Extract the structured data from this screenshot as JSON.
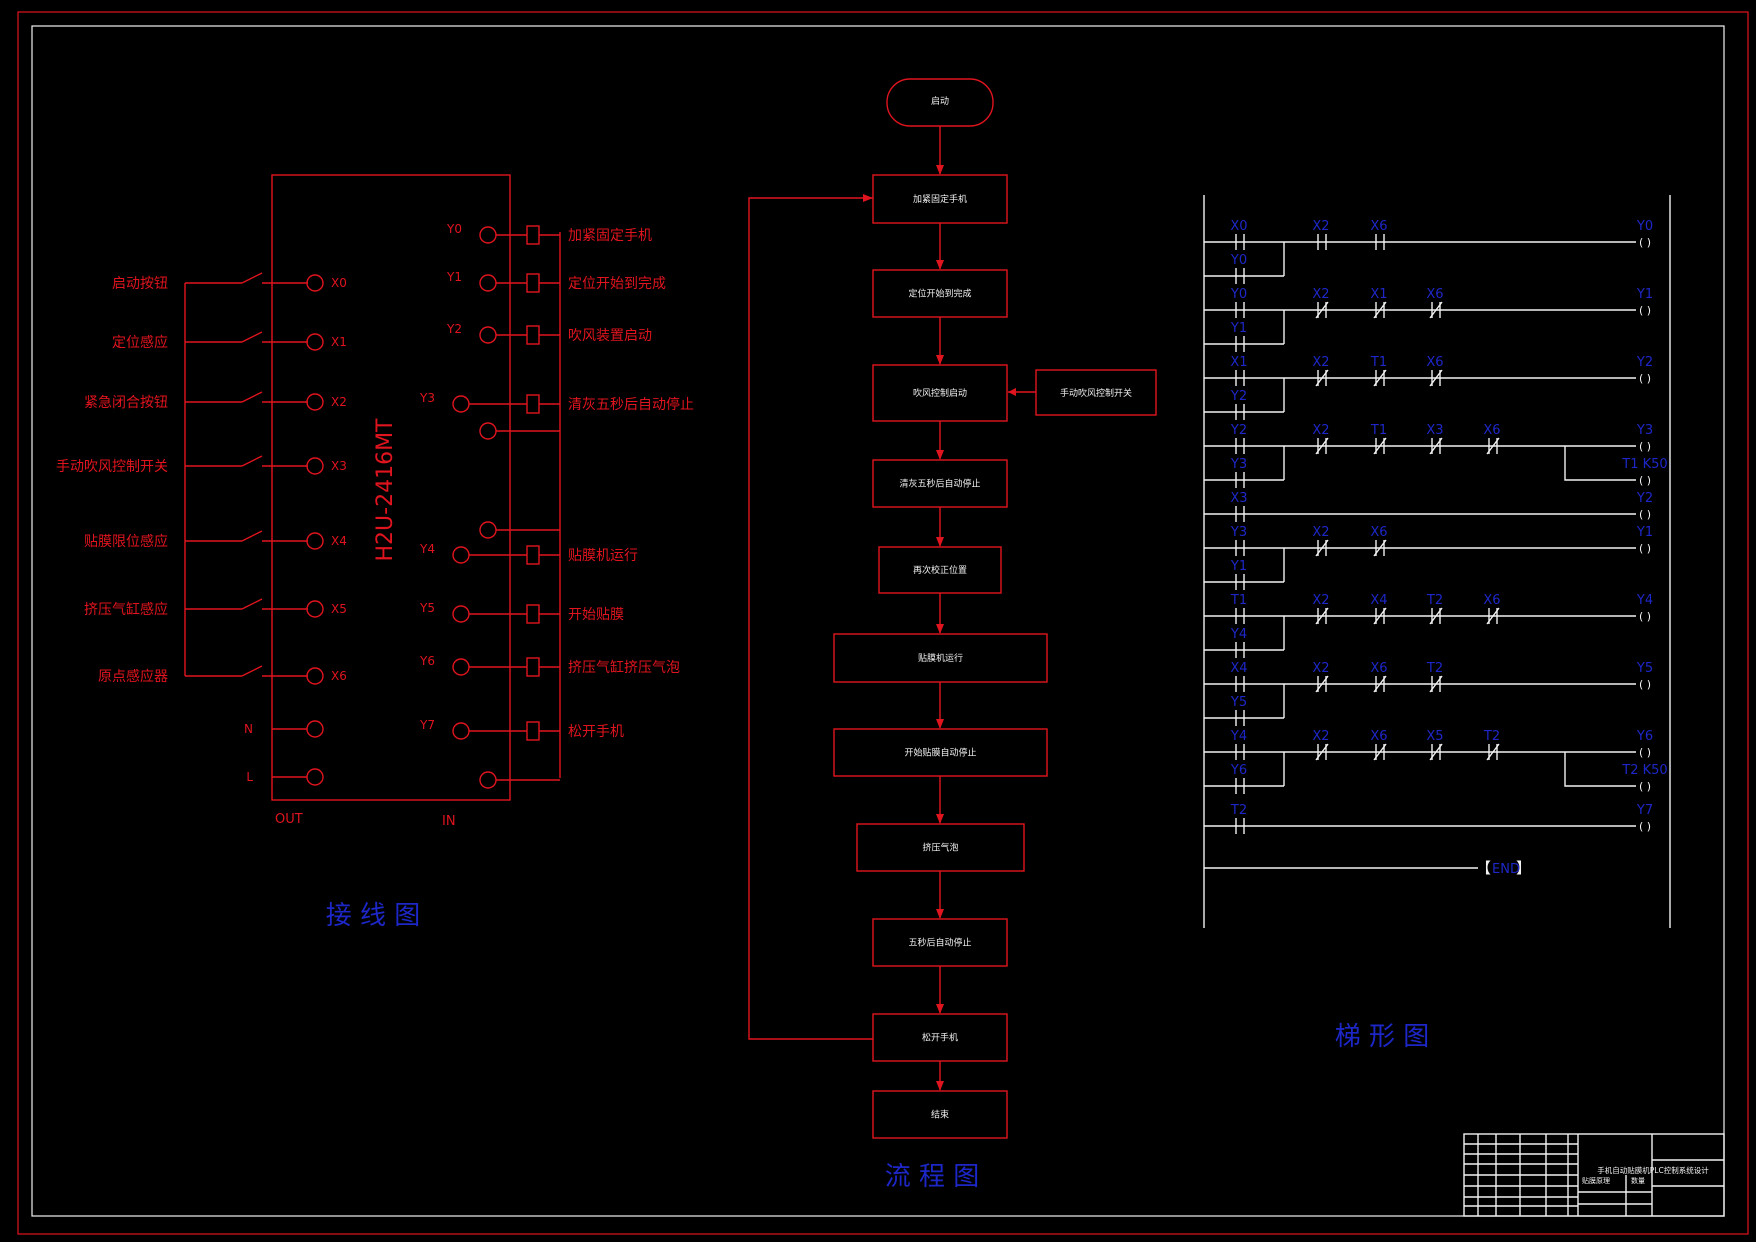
{
  "wiring": {
    "title": "接 线 图",
    "plc_model": "H2U-2416MT",
    "inputs": [
      {
        "label": "启动按钮",
        "terminal": "X0"
      },
      {
        "label": "定位感应",
        "terminal": "X1"
      },
      {
        "label": "紧急闭合按钮",
        "terminal": "X2"
      },
      {
        "label": "手动吹风控制开关",
        "terminal": "X3"
      },
      {
        "label": "贴膜限位感应",
        "terminal": "X4"
      },
      {
        "label": "挤压气缸感应",
        "terminal": "X5"
      },
      {
        "label": "原点感应器",
        "terminal": "X6"
      }
    ],
    "power": [
      "N",
      "L"
    ],
    "outputs": [
      {
        "terminal": "Y0",
        "label": "加紧固定手机"
      },
      {
        "terminal": "Y1",
        "label": "定位开始到完成"
      },
      {
        "terminal": "Y2",
        "label": "吹风装置启动"
      },
      {
        "terminal": "Y3",
        "label": "清灰五秒后自动停止"
      },
      {
        "terminal": "Y4",
        "label": "贴膜机运行"
      },
      {
        "terminal": "Y5",
        "label": "开始贴膜"
      },
      {
        "terminal": "Y6",
        "label": "挤压气缸挤压气泡"
      },
      {
        "terminal": "Y7",
        "label": "松开手机"
      }
    ],
    "out_label": "OUT",
    "in_label": "IN"
  },
  "flow": {
    "title": "流 程 图",
    "start": "启动",
    "steps": [
      "加紧固定手机",
      "定位开始到完成",
      "吹风控制启动",
      "清灰五秒后自动停止",
      "再次校正位置",
      "贴膜机运行",
      "开始贴膜自动停止",
      "挤压气泡",
      "五秒后自动停止",
      "松开手机",
      "结束"
    ],
    "side_input": "手动吹风控制开关"
  },
  "ladder": {
    "title": "梯 形 图",
    "rungs": [
      {
        "contacts": [
          "X0",
          "X2",
          "X6"
        ],
        "branch": "Y0",
        "coils": [
          "Y0"
        ]
      },
      {
        "contacts": [
          "Y0",
          "X2",
          "X1",
          "X6"
        ],
        "branch": "Y1",
        "coils": [
          "Y1"
        ]
      },
      {
        "contacts": [
          "X1",
          "X2",
          "T1",
          "X6"
        ],
        "branch": "Y2",
        "coils": [
          "Y2"
        ]
      },
      {
        "contacts": [
          "Y2",
          "X2",
          "T1",
          "X3",
          "X6"
        ],
        "branch": "Y3",
        "coils": [
          "Y3",
          "T1 K50"
        ]
      },
      {
        "contacts": [
          "X3"
        ],
        "branch": "",
        "coils": [
          "Y2"
        ]
      },
      {
        "contacts": [
          "Y3",
          "X2",
          "X6"
        ],
        "branch": "Y1",
        "coils": [
          "Y1"
        ]
      },
      {
        "contacts": [
          "T1",
          "X2",
          "X4",
          "T2",
          "X6"
        ],
        "branch": "Y4",
        "coils": [
          "Y4"
        ]
      },
      {
        "contacts": [
          "X4",
          "X2",
          "X6",
          "T2"
        ],
        "branch": "Y5",
        "coils": [
          "Y5"
        ]
      },
      {
        "contacts": [
          "Y4",
          "X2",
          "X6",
          "X5",
          "T2"
        ],
        "branch": "Y6",
        "coils": [
          "Y6",
          "T2 K50"
        ]
      },
      {
        "contacts": [
          "T2"
        ],
        "branch": "",
        "coils": [
          "Y7"
        ]
      }
    ],
    "end": "END"
  },
  "titleblock": {
    "project": "手机自动贴膜机PLC控制系统设计",
    "cells": [
      "贴膜原理",
      "数量"
    ]
  }
}
